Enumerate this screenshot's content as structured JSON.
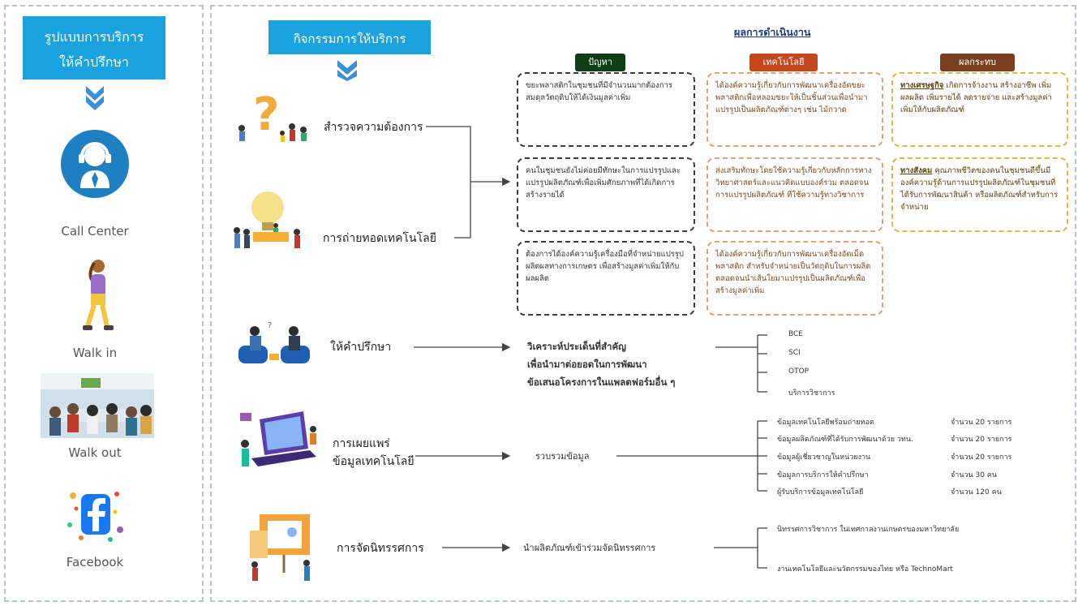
{
  "left_panel": {
    "title_line1": "รูปแบบการบริการ",
    "title_line2": "ให้คำปรึกษา",
    "channels": [
      {
        "label": "Call Center",
        "icon": "headset-person-icon"
      },
      {
        "label": "Walk in",
        "icon": "walking-person-icon"
      },
      {
        "label": "Walk out",
        "icon": "meeting-room-icon"
      },
      {
        "label": "Facebook",
        "icon": "facebook-icon"
      }
    ]
  },
  "main_panel": {
    "title": "กิจกรรมการให้บริการ",
    "results_heading": "ผลการดำเนินงาน",
    "column_headers": {
      "problem": "ปัญหา",
      "technology": "เทคโนโลยี",
      "impact": "ผลกระทบ"
    },
    "activities": [
      {
        "label": "สำรวจความต้องการ",
        "icon": "question-mark-people-icon"
      },
      {
        "label": "การถ่ายทอดเทคโนโลยี",
        "icon": "lightbulb-people-icon"
      },
      {
        "label": "ให้คำปรึกษา",
        "icon": "consulting-people-icon"
      },
      {
        "label_line1": "การเผยแพร่",
        "label_line2": "ข้อมูลเทคโนโลยี",
        "icon": "laptop-people-icon"
      },
      {
        "label": "การจัดนิทรรศการ",
        "icon": "exhibition-board-icon"
      }
    ],
    "problem_cards": [
      "ขยะพลาสติกในชุมชนที่มีจำนวนมากต้องการสมดุลวัตถุดิบให้ได้เงินมูลค่าเพิ่ม",
      "คนในชุมชนยังไม่ค่อยมีทักษะในการแปรรูปและแปรรูปผลิตภัณฑ์เพื่อเพิ่มศักยภาพที่ได้เกิดการสร้างรายได้",
      "ต้องการได้องค์ความรู้เครื่องมือที่จำหน่ายแปรรูปผลิตผลทางการเกษตร เพื่อสร้างมูลค่าเพิ่มให้กับผลผลิต"
    ],
    "technology_cards": [
      "ได้องค์ความรู้เกี่ยวกับการพัฒนาเครื่องอัดขยะพลาสติกเพื่อหลอมขยะให้เป็นชิ้นส่วนเพื่อนำมาแปรรูปเป็นผลิตภัณฑ์ต่างๆ เช่น ไม้กวาด",
      "ส่งเสริมทักษะโดยใช้ความรู้เกี่ยวกับหลักการทางวิทยาศาสตร์และแนวคิดแบบองค์รวม ตลอดจนการแปรรูปผลิตภัณฑ์ ที่ใช้ความรู้ทางวิชาการ",
      "ได้องค์ความรู้เกี่ยวกับการพัฒนาเครื่องอัดเม็ดพลาสติก สำหรับจำหน่ายเป็นวัตถุดิบในการผลิต ตลอดจนนำเส้นใยมาแปรรูปเป็นผลิตภัณฑ์เพื่อสร้างมูลค่าเพิ่ม"
    ],
    "impact_cards": [
      {
        "lead": "ทางเศรษฐกิจ",
        "text": " เกิดการจ้างงาน สร้างอาชีพ เพิ่มผลผลิต เพิ่มรายได้ ลดรายจ่าย และสร้างมูลค่าเพิ่มให้กับผลิตภัณฑ์"
      },
      {
        "lead": "ทางสังคม",
        "text": " คุณภาพชีวิตของคนในชุมชนดีขึ้นมีองค์ความรู้ด้านการแปรรูปผลิตภัณฑ์ในชุมชนที่ได้รับการพัฒนาสินค้า หรือผลิตภัณฑ์สำหรับการจำหน่าย"
      }
    ],
    "consult_analysis": [
      "วิเคราะห์ประเด็นที่สำคัญ",
      "เพื่อนำมาต่อยอดในการพัฒนา",
      "ข้อเสนอโครงการในแพลตฟอร์มอื่น ๆ"
    ],
    "consult_targets": [
      "BCE",
      "SCI",
      "OTOP",
      "บริการวิชาการ"
    ],
    "dissemination_center": "รวบรวมข้อมูล",
    "dissemination_items": [
      {
        "name": "ข้อมูลเทคโนโลยีพร้อมถ่ายทอด",
        "qty": "จำนวน 20 รายการ"
      },
      {
        "name": "ข้อมูลผลิตภัณฑ์ที่ได้รับการพัฒนาด้วย วทน.",
        "qty": "จำนวน 20 รายการ"
      },
      {
        "name": "ข้อมูลผู้เชี่ยวชาญในหน่วยงาน",
        "qty": "จำนวน 20 รายการ"
      },
      {
        "name": "ข้อมูลการบริการให้คำปรึกษา",
        "qty": "จำนวน 30 คน"
      },
      {
        "name": "ผู้รับบริการข้อมูลเทคโนโลยี",
        "qty": "จำนวน 120 คน"
      }
    ],
    "exhibition_center": "นำผลิตภัณฑ์เข้าร่วมจัดนิทรรศการ",
    "exhibition_items": [
      "นิทรรศการวิชาการ ในเทศกาลงานเกษตรของมหาวิทยาลัย",
      "งานเทคโนโลยีและนวัตกรรมของไทย หรือ TechnoMart"
    ],
    "colors": {
      "blue": "#1aa3de",
      "problem_header": "#0f3d16",
      "technology_header": "#c4481d",
      "impact_header": "#7a3f1f"
    }
  }
}
